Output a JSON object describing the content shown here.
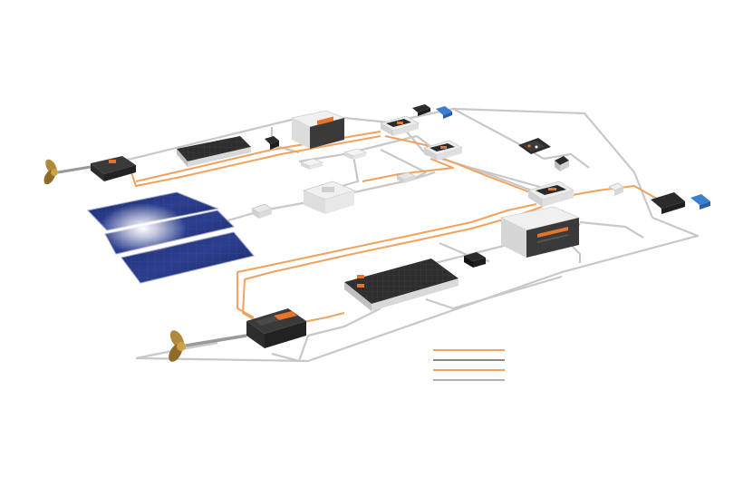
{
  "colors": {
    "background": "#ffffff",
    "power_line": "#f0a25e",
    "data_line": "#c8c8c8",
    "device_dark": "#2b2b2b",
    "device_light": "#e6e6e6",
    "accent_orange": "#e8742a",
    "solar_blue": "#1c2a6e",
    "remote_blue": "#3a7fd0",
    "propeller_gold": "#b08a3a"
  },
  "components": [
    {
      "id": "propeller-upper",
      "icon": "propeller-icon"
    },
    {
      "id": "motor-upper",
      "icon": "motor-icon"
    },
    {
      "id": "battery-upper",
      "icon": "battery-icon"
    },
    {
      "id": "connector-upper",
      "icon": "connector-icon"
    },
    {
      "id": "charger-upper",
      "icon": "charger-icon"
    },
    {
      "id": "hub-upper-right",
      "icon": "hub-icon"
    },
    {
      "id": "remote-upper",
      "icon": "remote-control-icon"
    },
    {
      "id": "hub-middle",
      "icon": "hub-icon"
    },
    {
      "id": "display-panel",
      "icon": "display-icon"
    },
    {
      "id": "throttle-upper",
      "icon": "throttle-icon"
    },
    {
      "id": "junction-white",
      "icon": "junction-box-icon"
    },
    {
      "id": "solar-panel",
      "icon": "solar-panel-icon"
    },
    {
      "id": "mppt-controller",
      "icon": "solar-controller-icon"
    },
    {
      "id": "distribution-box",
      "icon": "distribution-box-icon"
    },
    {
      "id": "hub-right",
      "icon": "hub-icon"
    },
    {
      "id": "throttle-right",
      "icon": "throttle-icon"
    },
    {
      "id": "remote-right",
      "icon": "remote-control-icon"
    },
    {
      "id": "charger-lower",
      "icon": "charger-icon"
    },
    {
      "id": "connector-lower",
      "icon": "connector-icon"
    },
    {
      "id": "battery-lower",
      "icon": "battery-icon"
    },
    {
      "id": "motor-lower",
      "icon": "motor-icon"
    },
    {
      "id": "propeller-lower",
      "icon": "propeller-icon"
    }
  ],
  "legend": {
    "entries": [
      {
        "color": "#f0a25e"
      },
      {
        "color": "#8a8a8a"
      },
      {
        "color": "#f0a25e"
      },
      {
        "color": "#b0b0b0"
      }
    ]
  }
}
